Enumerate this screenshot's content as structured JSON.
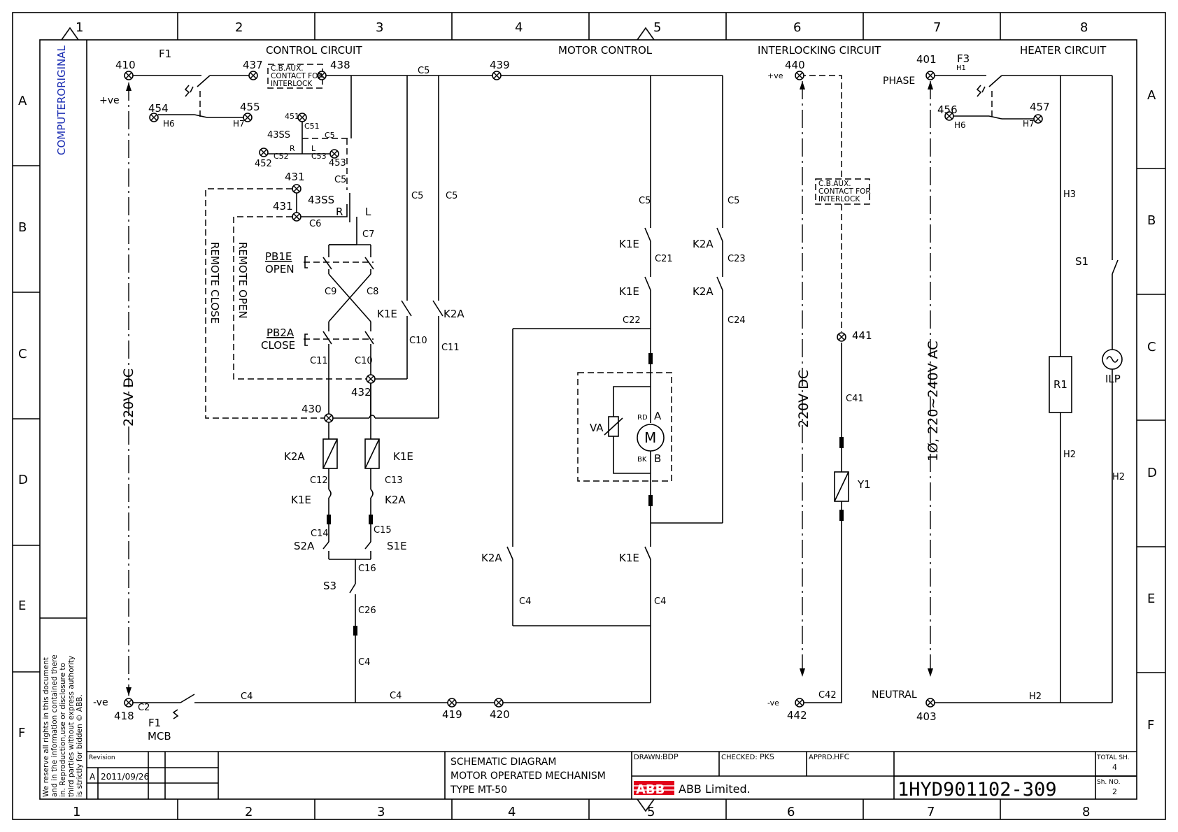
{
  "frame": {
    "col_numbers": [
      "1",
      "2",
      "3",
      "4",
      "5",
      "6",
      "7",
      "8"
    ],
    "row_letters": [
      "A",
      "B",
      "C",
      "D",
      "E",
      "F"
    ],
    "side_brand": "COMPUTERORIGINAL",
    "side_notice": [
      "We reserve all rights in this document",
      "and in the information contained there",
      "in. Reproduction,use or disclosure to",
      "third parties without express authority",
      "is strictly for bidden © ABB."
    ]
  },
  "sections": {
    "control": "CONTROL CIRCUIT",
    "motor": "MOTOR CONTROL",
    "interlocking": "INTERLOCKING CIRCUIT",
    "heater": "HEATER CIRCUIT"
  },
  "terminals": [
    "410",
    "437",
    "438",
    "439",
    "454",
    "455",
    "451",
    "452",
    "453",
    "431",
    "430",
    "432",
    "418",
    "419",
    "420",
    "440",
    "441",
    "442",
    "401",
    "456",
    "457",
    "403"
  ],
  "wires": [
    "C2",
    "C4",
    "C5",
    "C6",
    "C7",
    "C8",
    "C9",
    "C10",
    "C11",
    "C12",
    "C13",
    "C14",
    "C15",
    "C16",
    "C21",
    "C22",
    "C23",
    "C24",
    "C26",
    "C41",
    "C42",
    "C51",
    "C52",
    "C53",
    "H1",
    "H2",
    "H3",
    "H6",
    "H7"
  ],
  "components": {
    "fuse_f1": "F1",
    "mcb": "MCB",
    "fuse_f3": "F3",
    "selector": "43SS",
    "pb_open": "PB1E",
    "pb_open_sub": "OPEN",
    "pb_close": "PB2A",
    "pb_close_sub": "CLOSE",
    "contactor_close": "K1E",
    "contactor_open": "K2A",
    "limit_s1": "S1E",
    "limit_s2": "S2A",
    "switch_s3": "S3",
    "varistor": "VA",
    "motor": "M",
    "rd": "RD",
    "bk": "BK",
    "motor_a": "A",
    "motor_b": "B",
    "coil_y1": "Y1",
    "heater_r1": "R1",
    "switch_s1": "S1",
    "lamp": "ILP",
    "cb_aux": [
      "C.B.AUX.",
      "CONTACT FOR",
      "INTERLOCK"
    ],
    "remote_close": "REMOTE CLOSE",
    "remote_open": "REMOTE OPEN",
    "r": "R",
    "l": "L"
  },
  "supplies": {
    "pos": "+ve",
    "neg": "-ve",
    "dc_control": "220V DC",
    "dc_interlock": "220V DC",
    "ac_heater": "1Ø, 220~240V AC",
    "phase": "PHASE",
    "neutral": "NEUTRAL"
  },
  "title_block": {
    "revision_label": "Revision",
    "revision": "A",
    "revision_date": "2011/09/26",
    "title_lines": [
      "SCHEMATIC DIAGRAM",
      "MOTOR OPERATED MECHANISM",
      "TYPE MT-50"
    ],
    "drawn_label": "DRAWN:",
    "drawn": "BDP",
    "checked_label": "CHECKED:",
    "checked": "PKS",
    "approved_label": "APPRD.",
    "approved": "HFC",
    "company_logo": "ABB",
    "company": "ABB Limited.",
    "drawing_number": "1HYD901102-309",
    "total_sheets_label": "TOTAL SH.",
    "total_sheets": "4",
    "sheet_no_label": "Sh. NO.",
    "sheet_no": "2"
  }
}
